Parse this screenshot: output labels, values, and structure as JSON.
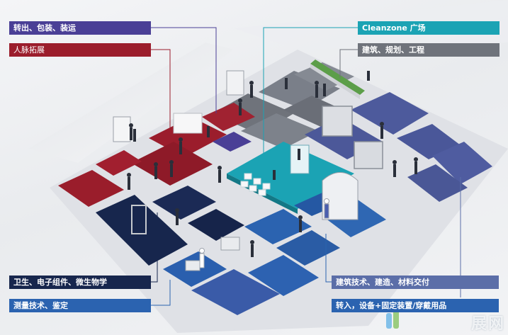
{
  "labels": {
    "transport": "转出、包装、装运",
    "network": "人脉拓展",
    "plaza": "Cleanzone 广场",
    "construction": "建筑、规划、工程",
    "hygiene": "卫生、电子组件、微生物学",
    "measurement": "测量技术、鉴定",
    "building_tech": "建筑技术、建造、材料交付",
    "transfer": "转入，设备+固定装置/穿戴用品"
  },
  "watermark": "展网",
  "colors": {
    "purple": "#4a3f96",
    "red": "#9b1d2c",
    "teal": "#1ba3b4",
    "grey": "#6f737b",
    "navy": "#17264d",
    "blue": "#2b63b0",
    "slate": "#5b6ea8"
  }
}
